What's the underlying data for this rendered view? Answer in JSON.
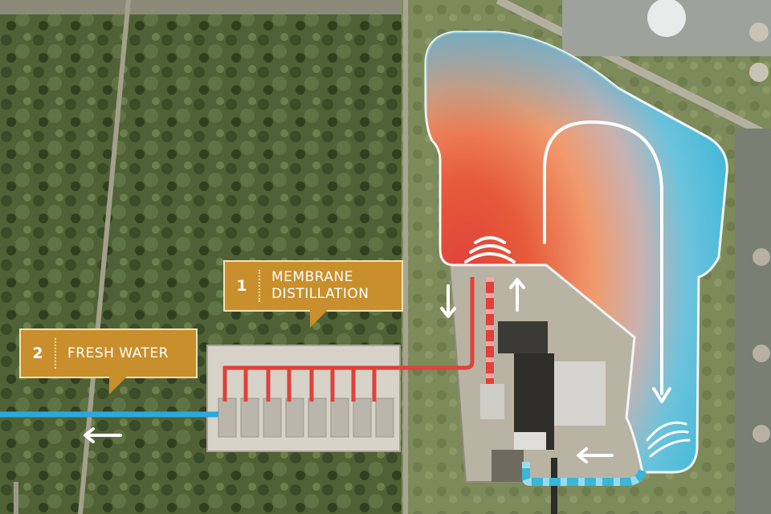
{
  "callouts": {
    "membrane_distillation": {
      "number": "1",
      "label_line1": "MEMBRANE",
      "label_line2": "DISTILLATION"
    },
    "fresh_water": {
      "number": "2",
      "label": "FRESH WATER"
    }
  },
  "colors": {
    "hot_water": "#e0413a",
    "cool_water": "#39b6d8",
    "fresh_water_pipe": "#2aa9e0",
    "callout_fill": "#c98f2c",
    "callout_border": "#f4e3b7",
    "flow_arrow": "#ffffff"
  },
  "icons": [
    "heat-wave-icon",
    "flow-arrow-icon",
    "water-discharge-wave-icon"
  ]
}
